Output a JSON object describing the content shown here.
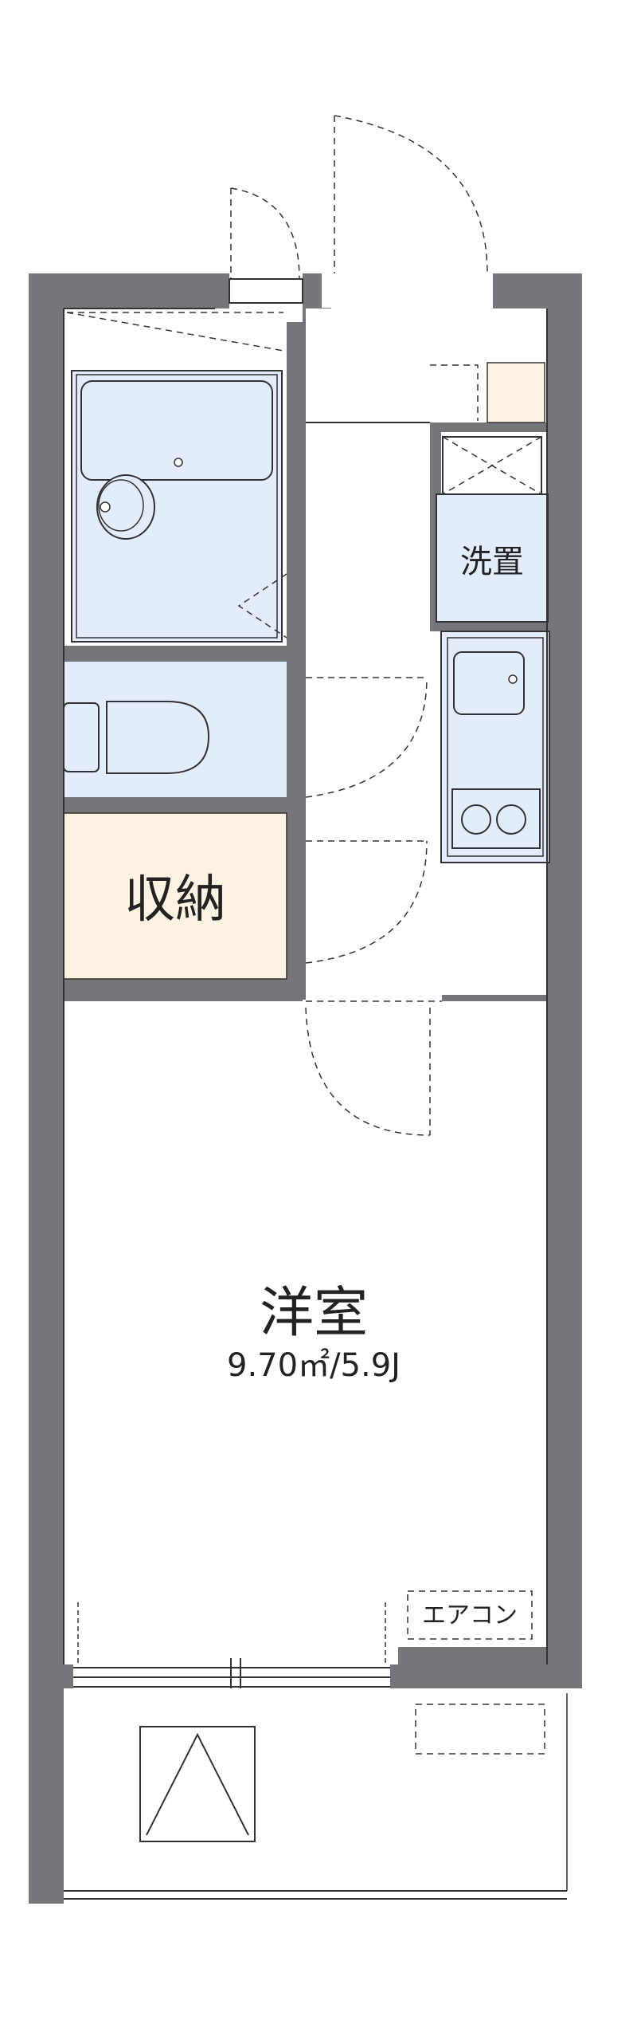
{
  "rooms": {
    "storage": {
      "label": "収納"
    },
    "washer": {
      "label": "洗置"
    },
    "western_room": {
      "label": "洋室",
      "area": "9.70㎡/5.9J"
    },
    "aircon": {
      "label": "エアコン"
    }
  },
  "colors": {
    "wall": "#76767a",
    "wet_area": "#e3ecfb",
    "storage_fill": "#fdf3e2",
    "line": "#333333"
  }
}
